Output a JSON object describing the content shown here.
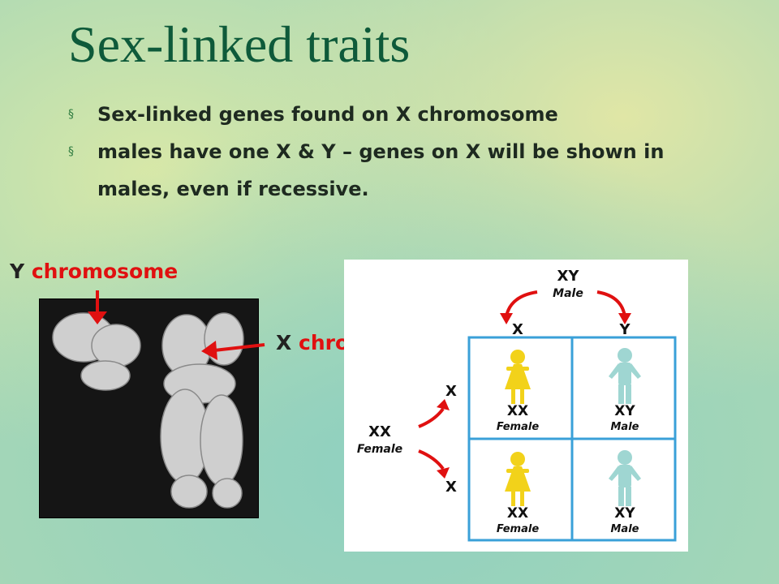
{
  "slide": {
    "title": "Sex-linked traits",
    "bullet_marker": "§",
    "bullets": [
      "Sex-linked genes found on X chromosome",
      " males have one X & Y –  genes on X will be shown in males, even if recessive."
    ]
  },
  "labels": {
    "y_letter": "Y",
    "y_word": "chromosome",
    "x_letter": "X",
    "x_word": "chromosome"
  },
  "punnett": {
    "parent_male": "XY",
    "parent_male_label": "Male",
    "parent_female": "XX",
    "parent_female_label": "Female",
    "col_gametes": [
      "X",
      "Y"
    ],
    "row_gametes": [
      "X",
      "X"
    ],
    "cells": [
      {
        "genotype": "XX",
        "sex": "Female"
      },
      {
        "genotype": "XY",
        "sex": "Male"
      },
      {
        "genotype": "XX",
        "sex": "Female"
      },
      {
        "genotype": "XY",
        "sex": "Male"
      }
    ]
  },
  "colors": {
    "title": "#0e5a3a",
    "label_red": "#e01010",
    "female_figure": "#f2d21a",
    "male_figure": "#9fd6d2",
    "grid_line": "#3aa0d8"
  }
}
